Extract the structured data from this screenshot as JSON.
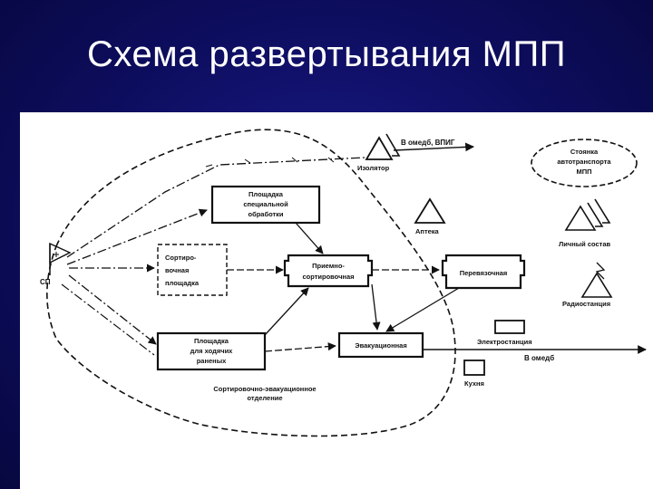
{
  "slide": {
    "title": "Схема развертывания МПП"
  },
  "diagram": {
    "nodes": {
      "sp": "СП",
      "special_treatment": [
        "Площадка",
        "специальной",
        "обработки"
      ],
      "sorting_area": [
        "Сортиро-",
        "вочная",
        "площадка"
      ],
      "walking_wounded": [
        "Площадка",
        "для ходячих",
        "раненых"
      ],
      "reception_sorting": [
        "Приемно-",
        "сортировочная"
      ],
      "dressing": "Перевязочная",
      "evacuation": "Эвакуационная",
      "isolator": "Изолятор",
      "pharmacy": "Аптека",
      "vehicle_parking": [
        "Стоянка",
        "автотранспорта",
        "МПП"
      ],
      "personnel": "Личный состав",
      "radio_station": "Радиостанция",
      "power_station": "Электростанция",
      "kitchen": "Кухня",
      "sorting_evac_dept": [
        "Сортировочно-эвакуационное",
        "отделение"
      ]
    },
    "arrows": {
      "to_omedb_vpig": "В омедб, ВПИГ",
      "to_omedb": "В омедб"
    }
  }
}
